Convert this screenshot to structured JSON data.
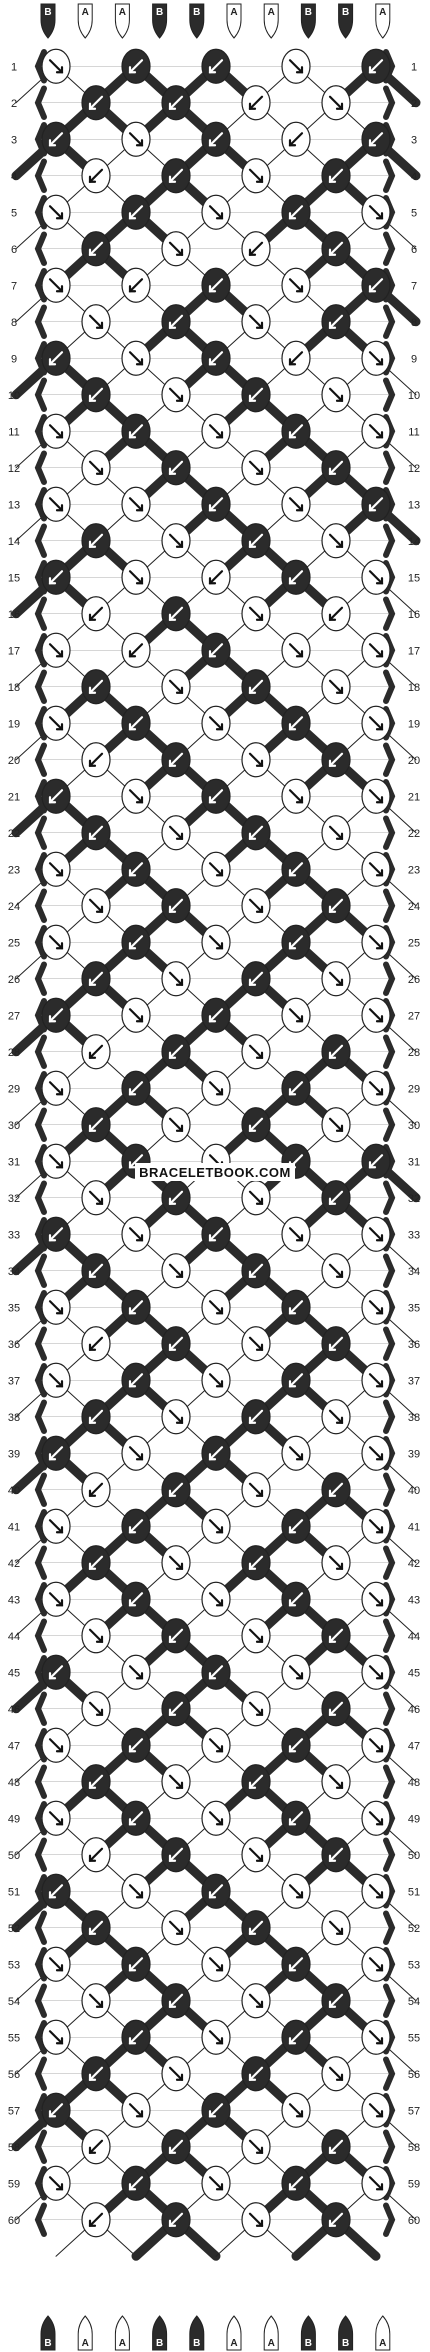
{
  "watermark": "BRACELETBOOK.COM",
  "colors": {
    "A": "#ffffff",
    "B": "#2b2b2b",
    "outline": "#222222",
    "grid": "#999999"
  },
  "string_labels": [
    "B",
    "A",
    "A",
    "B",
    "B",
    "A",
    "A",
    "B",
    "B",
    "A"
  ],
  "bottom_string_labels": [
    "B",
    "A",
    "A",
    "B",
    "B",
    "A",
    "A",
    "B",
    "B",
    "A"
  ],
  "row_count": 60,
  "row_labels_left": [
    "1",
    "2",
    "3",
    "4",
    "5",
    "6",
    "7",
    "8",
    "9",
    "10",
    "11",
    "12",
    "13",
    "14",
    "15",
    "16",
    "17",
    "18",
    "19",
    "20",
    "21",
    "22",
    "23",
    "24",
    "25",
    "26",
    "27",
    "28",
    "29",
    "30",
    "31",
    "32",
    "33",
    "34",
    "35",
    "36",
    "37",
    "38",
    "39",
    "40",
    "41",
    "42",
    "43",
    "44",
    "45",
    "46",
    "47",
    "48",
    "49",
    "50",
    "51",
    "52",
    "53",
    "54",
    "55",
    "56",
    "57",
    "58",
    "59",
    "60"
  ],
  "row_labels_right": [
    "1",
    "2",
    "3",
    "4",
    "5",
    "6",
    "7",
    "8",
    "9",
    "10",
    "11",
    "12",
    "13",
    "14",
    "15",
    "16",
    "17",
    "18",
    "19",
    "20",
    "21",
    "22",
    "23",
    "24",
    "25",
    "26",
    "27",
    "28",
    "29",
    "30",
    "31",
    "32",
    "33",
    "34",
    "35",
    "36",
    "37",
    "38",
    "39",
    "40",
    "41",
    "42",
    "43",
    "44",
    "45",
    "46",
    "47",
    "48",
    "49",
    "50",
    "51",
    "52",
    "53",
    "54",
    "55",
    "56",
    "57",
    "58",
    "59",
    "60"
  ],
  "knot_rows": [
    [
      "A:se",
      "B:sw",
      "B:sw",
      "A:se",
      "B:sw"
    ],
    [
      "B:sw",
      "B:sw",
      "A:sw",
      "A:se"
    ],
    [
      "B:sw",
      "A:se",
      "B:sw",
      "A:sw",
      "B:sw"
    ],
    [
      "A:sw",
      "B:sw",
      "A:se",
      "B:sw"
    ],
    [
      "A:se",
      "B:sw",
      "A:se",
      "B:sw",
      "A:se"
    ],
    [
      "B:sw",
      "A:se",
      "A:sw",
      "B:sw"
    ],
    [
      "A:se",
      "A:sw",
      "B:sw",
      "A:se",
      "B:sw"
    ],
    [
      "A:se",
      "B:sw",
      "A:se",
      "B:sw"
    ],
    [
      "B:sw",
      "A:se",
      "B:sw",
      "A:sw",
      "A:se"
    ],
    [
      "B:sw",
      "A:se",
      "B:sw",
      "A:se"
    ],
    [
      "A:se",
      "B:sw",
      "A:se",
      "B:sw",
      "A:se"
    ],
    [
      "A:se",
      "B:sw",
      "A:se",
      "B:sw"
    ],
    [
      "A:se",
      "A:se",
      "B:sw",
      "A:se",
      "B:sw"
    ],
    [
      "B:sw",
      "A:se",
      "B:sw",
      "A:se"
    ],
    [
      "B:sw",
      "A:se",
      "A:sw",
      "B:sw",
      "A:se"
    ],
    [
      "A:sw",
      "B:sw",
      "A:se",
      "A:sw"
    ],
    [
      "A:se",
      "A:sw",
      "B:sw",
      "A:se",
      "A:se"
    ],
    [
      "B:sw",
      "A:se",
      "B:sw",
      "A:se"
    ],
    [
      "A:se",
      "B:sw",
      "A:se",
      "B:sw",
      "A:se"
    ],
    [
      "A:sw",
      "B:sw",
      "A:se",
      "B:sw"
    ],
    [
      "B:sw",
      "A:se",
      "B:sw",
      "A:se",
      "A:se"
    ],
    [
      "B:sw",
      "A:se",
      "B:sw",
      "A:se"
    ],
    [
      "A:se",
      "B:sw",
      "A:se",
      "B:sw",
      "A:se"
    ],
    [
      "A:se",
      "B:sw",
      "A:se",
      "B:sw"
    ],
    [
      "A:se",
      "B:sw",
      "A:se",
      "B:sw",
      "A:se"
    ],
    [
      "B:sw",
      "A:se",
      "B:sw",
      "A:se"
    ],
    [
      "B:sw",
      "A:se",
      "B:sw",
      "A:se",
      "A:se"
    ],
    [
      "A:sw",
      "B:sw",
      "A:se",
      "B:sw"
    ],
    [
      "A:se",
      "B:sw",
      "A:se",
      "B:sw",
      "A:se"
    ],
    [
      "B:sw",
      "A:se",
      "B:sw",
      "A:se"
    ],
    [
      "A:se",
      "B:sw",
      "A:se",
      "B:sw",
      "B:sw"
    ],
    [
      "A:se",
      "B:sw",
      "A:se",
      "B:sw"
    ],
    [
      "B:sw",
      "A:se",
      "B:sw",
      "A:se",
      "A:se"
    ],
    [
      "B:sw",
      "A:se",
      "B:sw",
      "A:se"
    ],
    [
      "A:se",
      "B:sw",
      "A:se",
      "B:sw",
      "A:se"
    ],
    [
      "A:sw",
      "B:sw",
      "A:se",
      "B:sw"
    ],
    [
      "A:se",
      "B:sw",
      "A:se",
      "B:sw",
      "A:se"
    ],
    [
      "B:sw",
      "A:se",
      "B:sw",
      "A:se"
    ],
    [
      "B:sw",
      "A:se",
      "B:sw",
      "A:se",
      "A:se"
    ],
    [
      "A:sw",
      "B:sw",
      "A:se",
      "B:sw"
    ],
    [
      "A:se",
      "B:sw",
      "A:se",
      "B:sw",
      "A:se"
    ],
    [
      "B:sw",
      "A:se",
      "B:sw",
      "A:se"
    ],
    [
      "A:se",
      "B:sw",
      "A:se",
      "B:sw",
      "A:se"
    ],
    [
      "A:se",
      "B:sw",
      "A:se",
      "B:sw"
    ],
    [
      "B:sw",
      "A:se",
      "B:sw",
      "A:se",
      "A:se"
    ],
    [
      "A:se",
      "B:sw",
      "A:se",
      "B:sw"
    ],
    [
      "A:se",
      "B:sw",
      "A:se",
      "B:sw",
      "A:se"
    ],
    [
      "B:sw",
      "A:se",
      "B:sw",
      "A:se"
    ],
    [
      "A:se",
      "B:sw",
      "A:se",
      "B:sw",
      "A:se"
    ],
    [
      "A:sw",
      "B:sw",
      "A:se",
      "B:sw"
    ],
    [
      "B:sw",
      "A:se",
      "B:sw",
      "A:se",
      "A:se"
    ],
    [
      "B:sw",
      "A:se",
      "B:sw",
      "A:se"
    ],
    [
      "A:se",
      "B:sw",
      "A:se",
      "B:sw",
      "A:se"
    ],
    [
      "A:se",
      "B:sw",
      "A:se",
      "B:sw"
    ],
    [
      "A:se",
      "B:sw",
      "A:se",
      "B:sw",
      "A:se"
    ],
    [
      "B:sw",
      "A:se",
      "B:sw",
      "A:se"
    ],
    [
      "B:sw",
      "A:se",
      "B:sw",
      "A:se",
      "A:se"
    ],
    [
      "A:sw",
      "B:sw",
      "A:se",
      "B:sw"
    ],
    [
      "A:se",
      "B:sw",
      "A:se",
      "B:sw",
      "A:se"
    ],
    [
      "A:sw",
      "B:sw",
      "A:se",
      "B:sw"
    ]
  ]
}
